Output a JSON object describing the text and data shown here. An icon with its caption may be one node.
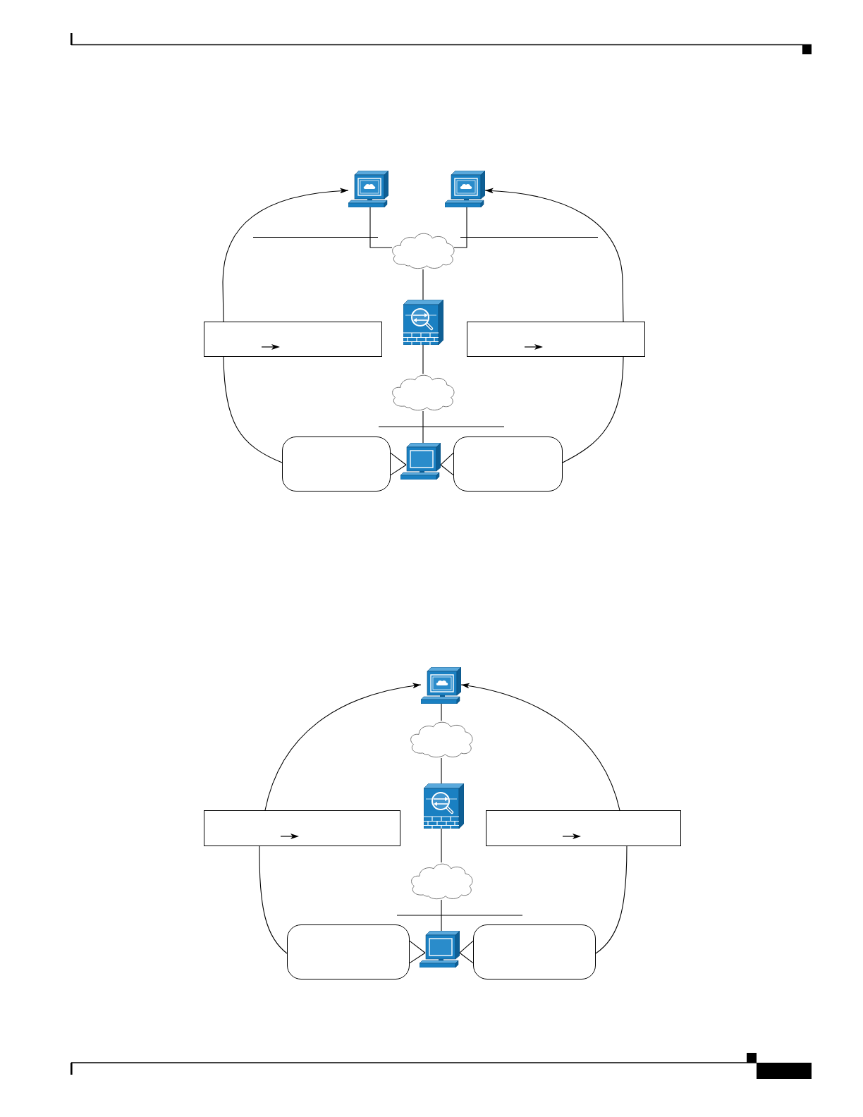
{
  "diagram": {
    "nodes": [
      {
        "text": [],
        "shape": "computer"
      },
      {
        "text": [],
        "shape": "computer"
      },
      {
        "text": [],
        "shape": "cloud"
      },
      {
        "text": [],
        "shape": "firewall"
      },
      {
        "text": [],
        "shape": "box"
      },
      {
        "text": [],
        "shape": "box"
      },
      {
        "text": [],
        "shape": "cloud"
      },
      {
        "text": [],
        "shape": "computer"
      },
      {
        "text": [],
        "shape": "callout"
      },
      {
        "text": [],
        "shape": "callout"
      },
      {
        "text": [],
        "shape": "computer"
      },
      {
        "text": [],
        "shape": "cloud"
      },
      {
        "text": [],
        "shape": "firewall"
      },
      {
        "text": [],
        "shape": "box"
      },
      {
        "text": [],
        "shape": "box"
      },
      {
        "text": [],
        "shape": "cloud"
      },
      {
        "text": [],
        "shape": "computer"
      },
      {
        "text": [],
        "shape": "callout"
      },
      {
        "text": [],
        "shape": "callout"
      }
    ],
    "edges": [
      {
        "from": 0,
        "to": 2,
        "arrow": "none"
      },
      {
        "from": 1,
        "to": 2,
        "arrow": "none"
      },
      {
        "from": 2,
        "to": 3,
        "arrow": "none"
      },
      {
        "from": 3,
        "to": 6,
        "arrow": "none"
      },
      {
        "from": 6,
        "to": 7,
        "arrow": "none"
      },
      {
        "from": 8,
        "to": 7,
        "arrow": "none"
      },
      {
        "from": 9,
        "to": 7,
        "arrow": "none"
      },
      {
        "from": 8,
        "to": 4,
        "arrow": "none"
      },
      {
        "from": 4,
        "to": 0,
        "arrow": "to"
      },
      {
        "from": 9,
        "to": 5,
        "arrow": "none"
      },
      {
        "from": 5,
        "to": 1,
        "arrow": "to"
      },
      {
        "from": 10,
        "to": 11,
        "arrow": "none"
      },
      {
        "from": 11,
        "to": 12,
        "arrow": "none"
      },
      {
        "from": 12,
        "to": 15,
        "arrow": "none"
      },
      {
        "from": 15,
        "to": 16,
        "arrow": "none"
      },
      {
        "from": 17,
        "to": 16,
        "arrow": "none"
      },
      {
        "from": 18,
        "to": 16,
        "arrow": "none"
      },
      {
        "from": 17,
        "to": 13,
        "arrow": "none"
      },
      {
        "from": 13,
        "to": 10,
        "arrow": "to"
      },
      {
        "from": 18,
        "to": 14,
        "arrow": "none"
      },
      {
        "from": 14,
        "to": 10,
        "arrow": "to"
      }
    ]
  }
}
